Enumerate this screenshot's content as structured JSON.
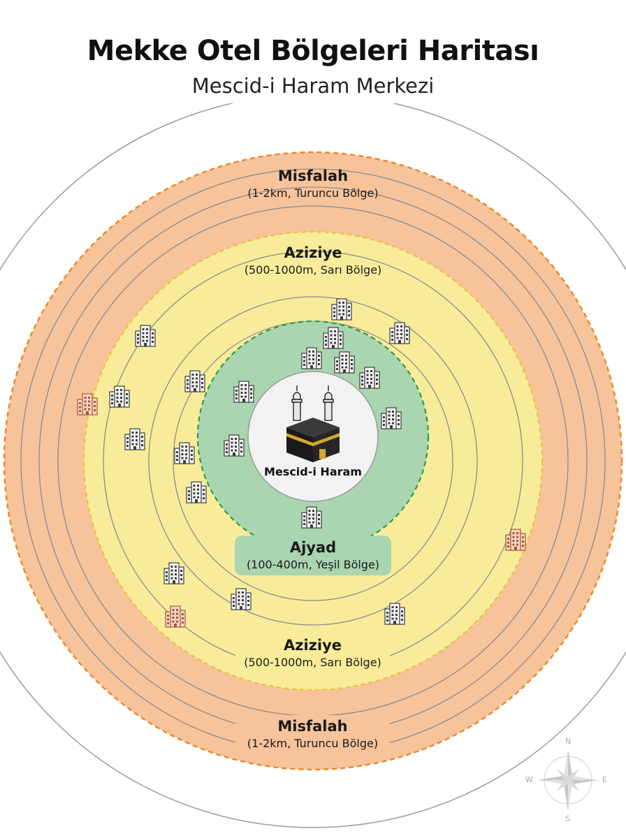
{
  "title": "Mekke Otel Bölgeleri Haritası",
  "subtitle": "Mescid-i Haram Merkezi",
  "center": {
    "label": "Mescid-i Haram"
  },
  "zones": {
    "misfalah": {
      "name": "Misfalah",
      "desc": "(1-2km, Turuncu Bölge)",
      "color": "#f7c39b"
    },
    "aziziye": {
      "name": "Aziziye",
      "desc": "(500-1000m, Sarı Bölge)",
      "color": "#f8ec9a"
    },
    "ajyad": {
      "name": "Ajyad",
      "desc": "(100-400m, Yeşil Bölge)",
      "color": "#a9d5b0"
    }
  },
  "compass": {
    "n": "N",
    "e": "E",
    "s": "S",
    "w": "W"
  },
  "icons": {
    "hotel": "hotel-building-icon",
    "kaaba": "kaaba-icon",
    "minaret": "minaret-icon",
    "compass": "compass-rose-icon"
  }
}
